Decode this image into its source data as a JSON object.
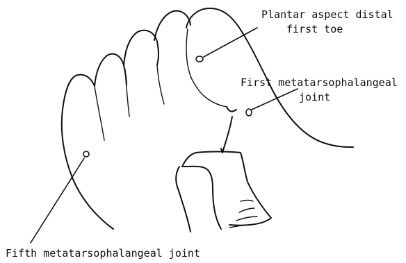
{
  "diagram": {
    "labels": {
      "plantar_line1": "Plantar aspect distal",
      "plantar_line2": "first toe",
      "first_mtp_line1": "First metatarsophalangeal",
      "first_mtp_line2": "joint",
      "fifth_mtp": "Fifth metatarsophalangeal joint"
    }
  }
}
